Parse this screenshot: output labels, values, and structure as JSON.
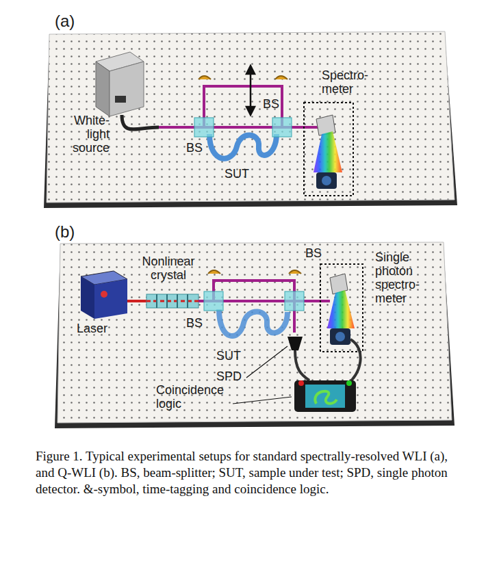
{
  "diagram": {
    "caption": "Figure 1. Typical experimental setups for standard spectrally-resolved WLI (a), and Q-WLI (b). BS, beam-splitter; SUT, sample under test; SPD, single photon detector. &-symbol, time-tagging and coincidence logic.",
    "labels": [
      "(a)",
      "White-light source",
      "BS",
      "BS",
      "SUT",
      "Spectro-meter",
      "(b)",
      "Nonlinear crystal",
      "Laser",
      "BS",
      "BS",
      "SUT",
      "SPD",
      "Single photon spectro-meter",
      "Coincidence logic"
    ]
  }
}
